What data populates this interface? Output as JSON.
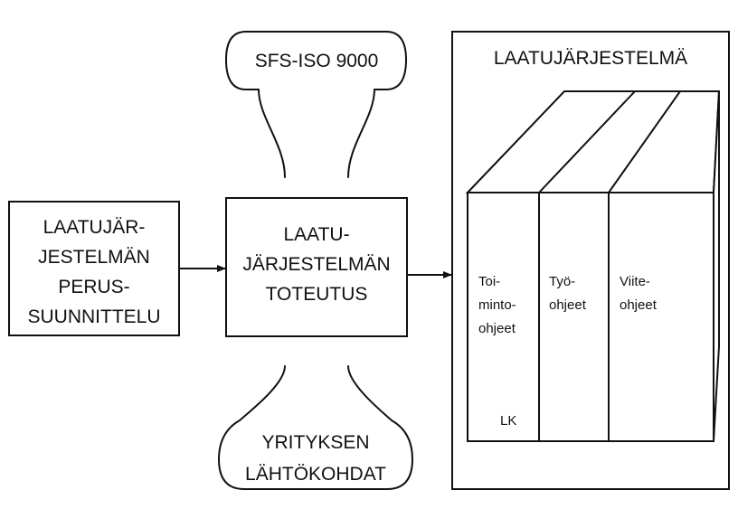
{
  "title": "LAATUJÄRJESTELMÄ",
  "inputs": {
    "standard": "SFS-ISO 9000",
    "company": [
      "YRITYKSEN",
      "LÄHTÖKOHDAT"
    ]
  },
  "planning": [
    "LAATUJÄR-",
    "JESTELMÄN",
    "PERUS-",
    "SUUNNITTELU"
  ],
  "implementation": [
    "LAATU-",
    "JÄRJESTELMÄN",
    "TOTEUTUS"
  ],
  "binders": {
    "procedures": [
      "Toi-",
      "minto-",
      "ohjeet"
    ],
    "procedures_tag": "LK",
    "work": [
      "Työ-",
      "ohjeet"
    ],
    "reference": [
      "Viite-",
      "ohjeet"
    ]
  },
  "colors": {
    "ink": "#111111",
    "paper": "#ffffff"
  }
}
